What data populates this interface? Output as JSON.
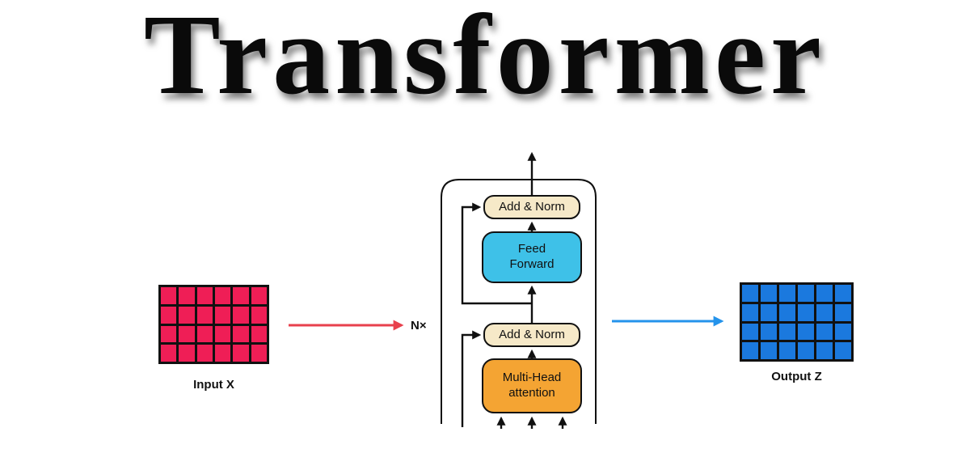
{
  "title": "Transformer",
  "input": {
    "label": "Input X",
    "rows": 4,
    "cols": 6,
    "cell_color": "#EF1E56"
  },
  "output": {
    "label": "Output Z",
    "rows": 4,
    "cols": 6,
    "cell_color": "#1B79DE"
  },
  "multiplier_label": "N×",
  "encoder": {
    "add_norm_top": "Add & Norm",
    "feed_forward": "Feed Forward",
    "add_norm_bottom": "Add & Norm",
    "multi_head_attention": "Multi-Head attention",
    "box_colors": {
      "add_norm": "#F6E9C8",
      "feed_forward": "#3EC1E8",
      "multi_head_attention": "#F4A433"
    }
  },
  "arrows": {
    "input_arrow_color": "#E8414D",
    "output_arrow_color": "#2493EB",
    "line_color": "#111111"
  }
}
